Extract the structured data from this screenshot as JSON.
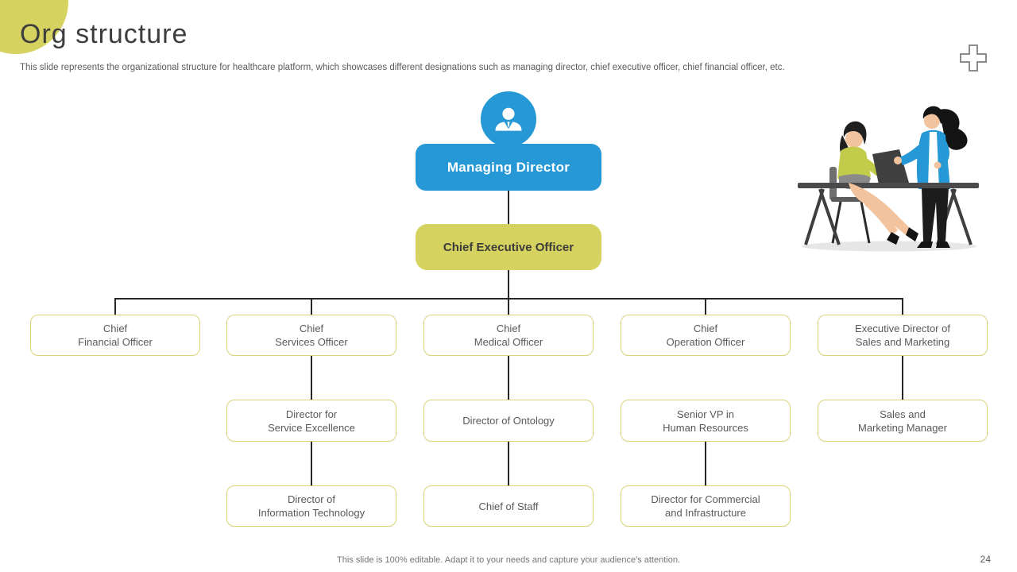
{
  "slide": {
    "title": "Org structure",
    "subtitle": "This slide represents the organizational structure for healthcare platform, which showcases different designations such as managing director, chief executive  officer, chief financial officer, etc.",
    "footer": "This slide is 100% editable. Adapt it to your needs and capture your audience's attention.",
    "page_number": "24"
  },
  "colors": {
    "accent_blue": "#2598d5",
    "accent_olive": "#d5d25f",
    "leaf_border": "#d9d478",
    "text_dark": "#3d3d3d",
    "text_gray": "#595959",
    "connector": "#262626"
  },
  "icons": {
    "plus": "plus-icon",
    "person": "person-icon",
    "illustration": "two-women-at-desk-illustration"
  },
  "org_chart": {
    "managing_director": {
      "label": "Managing Director"
    },
    "ceo": {
      "label": "Chief Executive Officer"
    },
    "tier1": [
      {
        "label": "Chief\nFinancial Officer"
      },
      {
        "label": "Chief\nServices Officer"
      },
      {
        "label": "Chief\nMedical  Officer"
      },
      {
        "label": "Chief\nOperation Officer"
      },
      {
        "label": "Executive Director of\nSales and Marketing"
      }
    ],
    "tier2": [
      {
        "label": "Director for\nService Excellence"
      },
      {
        "label": "Director of Ontology"
      },
      {
        "label": "Senior VP in\nHuman Resources"
      },
      {
        "label": "Sales and\nMarketing  Manager"
      }
    ],
    "tier3": [
      {
        "label": "Director of\nInformation Technology"
      },
      {
        "label": "Chief of Staff"
      },
      {
        "label": "Director for Commercial\nand Infrastructure"
      }
    ]
  }
}
